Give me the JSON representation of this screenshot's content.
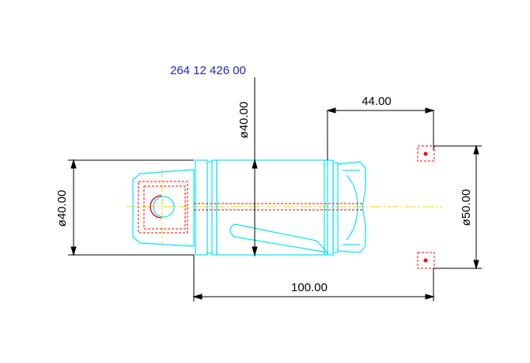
{
  "part_number": "264 12 426 00",
  "dimensions": {
    "top_width": "44.00",
    "bottom_length": "100.00",
    "left_diameter": "ø40.00",
    "center_diameter": "ø40.00",
    "right_diameter": "ø50.00"
  },
  "colors": {
    "part_number": "#1f1fd0",
    "body": "#00e5ff",
    "hidden": "#ff0000",
    "centerline": "#e0e000",
    "dimension": "#000000"
  }
}
